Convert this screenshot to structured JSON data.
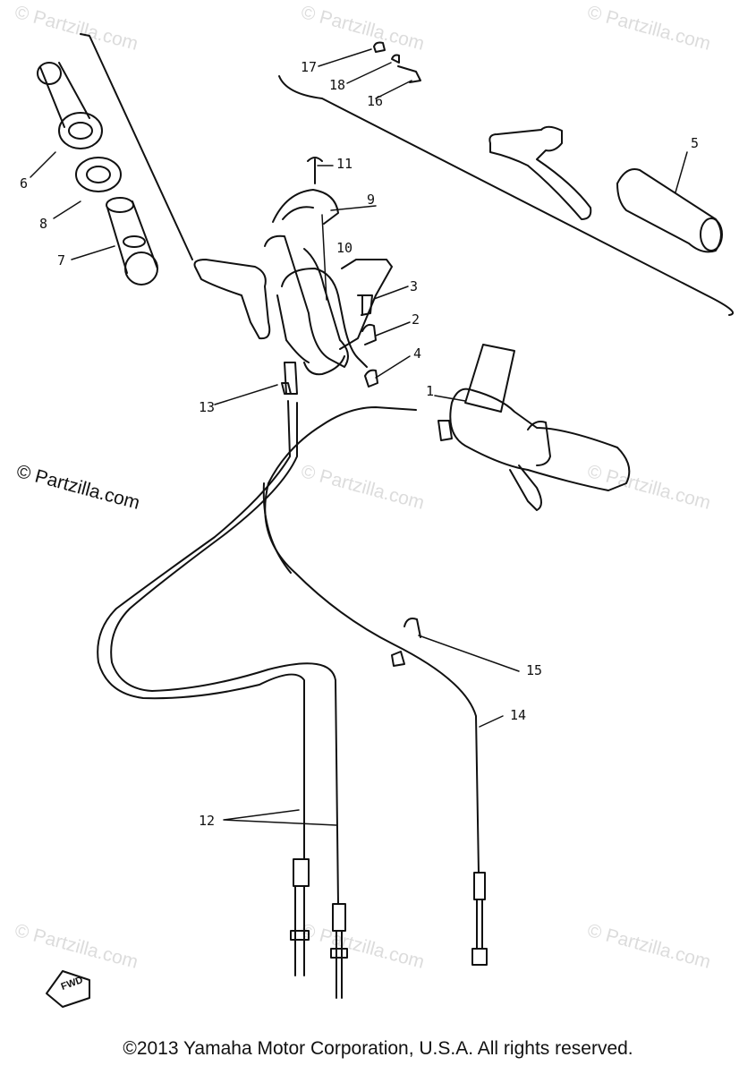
{
  "watermarks": {
    "text": "© Partzilla.com",
    "prominent": "© Partzilla.com"
  },
  "callouts": {
    "n1": "1",
    "n2": "2",
    "n3": "3",
    "n4": "4",
    "n5": "5",
    "n6": "6",
    "n7": "7",
    "n8": "8",
    "n9": "9",
    "n10": "10",
    "n11": "11",
    "n12": "12",
    "n13": "13",
    "n14": "14",
    "n15": "15",
    "n16": "16",
    "n17": "17",
    "n18": "18"
  },
  "fwd_badge": "FWD",
  "copyright": "©2013 Yamaha Motor Corporation, U.S.A. All rights reserved."
}
